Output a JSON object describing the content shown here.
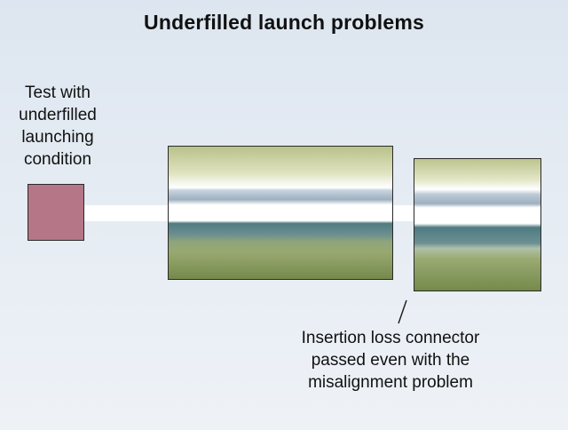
{
  "title": "Underfilled launch problems",
  "left_label": {
    "lines": [
      "Test with",
      "underfilled",
      "launching",
      "condition"
    ]
  },
  "bottom_label": {
    "lines": [
      "Insertion loss connector",
      "passed even with the",
      "misalignment problem"
    ]
  },
  "colors": {
    "light_source": "#b57688",
    "beam": "#ffffff",
    "fiber_top": "#b9c18a",
    "fiber_core_dark": "#4f7b80",
    "fiber_bottom": "#768a4c"
  }
}
